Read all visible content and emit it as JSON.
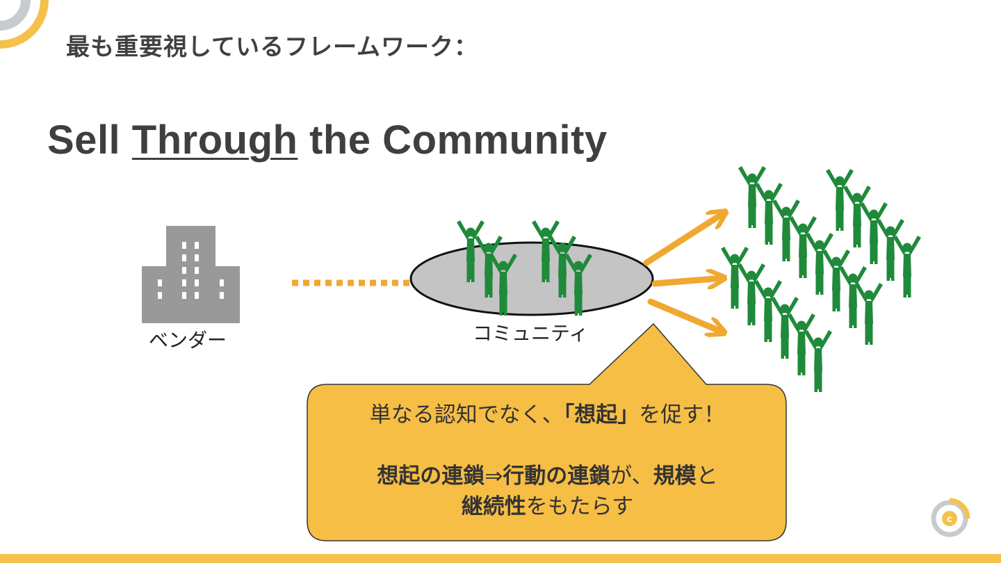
{
  "header": {
    "heading": "最も重要視しているフレームワーク："
  },
  "title": {
    "pre": "Sell ",
    "underlined": "Through",
    "post": " the Community"
  },
  "diagram": {
    "vendor_label": "ベンダー",
    "community_label": "コミュニティ"
  },
  "callout": {
    "line1_pre": "単なる認知でなく、",
    "line1_bold": "「想起」",
    "line1_post": "を促す！",
    "line2_bold1": "想起の連鎖",
    "line2_arrow": "⇒",
    "line2_bold2": "行動の連鎖",
    "line2_mid": "が、",
    "line2_bold3": "規模",
    "line2_post": "と",
    "line3_bold": "継続性",
    "line3_post": "をもたらす"
  },
  "colors": {
    "accent": "#f4c24c",
    "arrow": "#f0a830",
    "people": "#1f8a3a",
    "building": "#999999",
    "callout_fill": "#f6be45",
    "ring_gray": "#c8cbce"
  }
}
